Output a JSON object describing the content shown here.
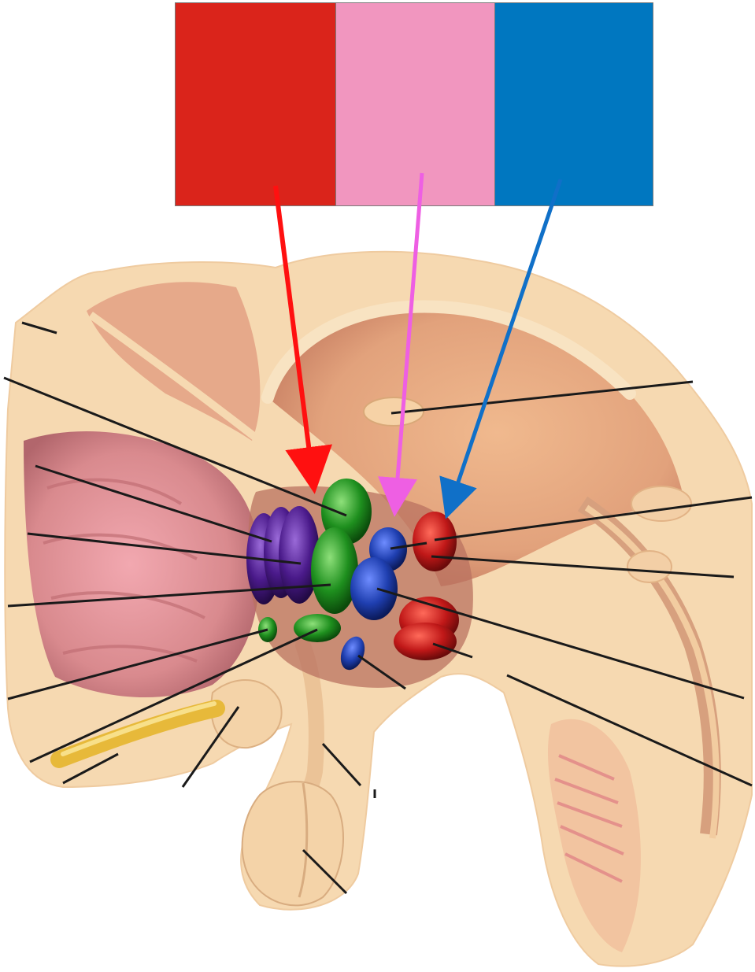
{
  "legend": {
    "swatches": [
      {
        "name": "red",
        "color": "#DA241B"
      },
      {
        "name": "pink",
        "color": "#F196BF"
      },
      {
        "name": "blue",
        "color": "#0077C0"
      }
    ]
  },
  "pointer_arrows": [
    {
      "color": "#FF1010"
    },
    {
      "color": "#EE5FE3"
    },
    {
      "color": "#1070C8"
    }
  ],
  "colors": {
    "background": "#ffffff",
    "tissue_light": "#F6D9B1",
    "tissue_mid": "#EDBB8F",
    "tissue_pink": "#E9A89A",
    "tissue_dark": "#C97A63",
    "nuclei_red": "#B3121A",
    "nuclei_blue": "#1F3FB0",
    "nuclei_green": "#1E8F1E",
    "nuclei_purple": "#4A1A8A",
    "nerve_yellow": "#E7B93A",
    "leader_lines": "#1a1a1a"
  }
}
